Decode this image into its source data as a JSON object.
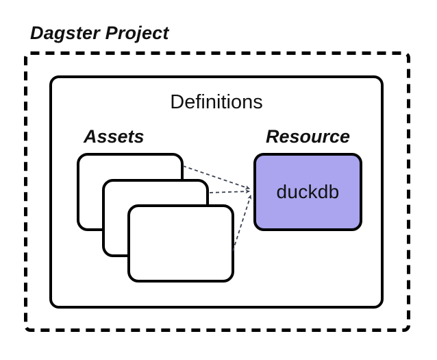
{
  "diagram": {
    "title": "Dagster Project",
    "definitions": {
      "label": "Definitions"
    },
    "assets": {
      "label": "Assets",
      "card_count": 3
    },
    "resource": {
      "label": "Resource",
      "name": "duckdb"
    }
  },
  "colors": {
    "resource-fill": "#aaa5ee",
    "connector": "#3b4252",
    "border": "#000000",
    "background": "#ffffff"
  }
}
